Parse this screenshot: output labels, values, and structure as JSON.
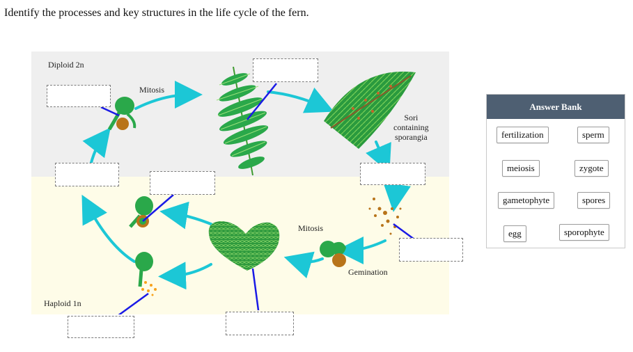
{
  "question": "Identify the processes and key structures in the life cycle of the fern.",
  "diagram": {
    "diploid_label": "Diploid 2n",
    "haploid_label": "Haploid 1n",
    "mitosis_top": "Mitosis",
    "mitosis_bottom": "Mitosis",
    "sori_label": [
      "Sori",
      "containing",
      "sporangia"
    ],
    "germination_label": "Gemination"
  },
  "drop_targets": [
    "",
    "",
    "",
    "",
    "",
    "",
    ""
  ],
  "answer_bank": {
    "title": "Answer Bank",
    "items": [
      "fertilization",
      "sperm",
      "meiosis",
      "zygote",
      "gametophyte",
      "spores",
      "egg",
      "sporophyte"
    ]
  },
  "colors": {
    "diploid_bg": "#efefef",
    "haploid_bg": "#fefce8",
    "arrow": "#1cc7d6",
    "pointer": "#1a1ae6",
    "bank_header": "#4e5f72",
    "leaf": "#2aa84a",
    "spore": "#b8741a"
  }
}
